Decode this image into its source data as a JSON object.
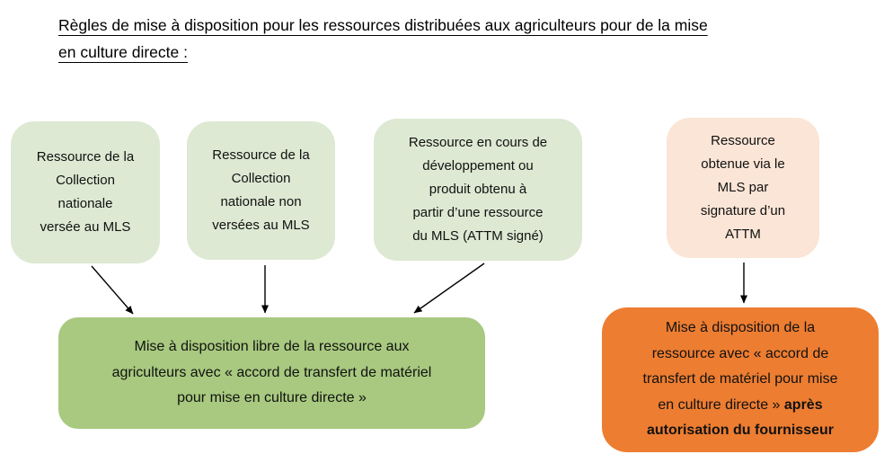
{
  "title": "Règles de mise à disposition pour les ressources distribuées aux agriculteurs pour de la mise\nen culture directe :",
  "colors": {
    "light_green": "#dde9d3",
    "medium_green": "#a8c97f",
    "peach": "#fbe5d6",
    "orange": "#ed7d31",
    "arrow": "#000000",
    "text": "#111111"
  },
  "source_boxes": [
    {
      "id": "collection-nationale-versee-mls",
      "text": "Ressource de la\nCollection\nnationale\nversée au MLS"
    },
    {
      "id": "collection-nationale-non-versee-mls",
      "text": "Ressource de la\nCollection\nnationale non\nversées au MLS"
    },
    {
      "id": "ressource-en-developpement",
      "text": "Ressource en cours de\ndéveloppement ou\nproduit obtenu à\npartir d’une ressource\ndu MLS (ATTM signé)"
    },
    {
      "id": "ressource-obtenue-via-mls",
      "text": "Ressource\nobtenue via le\nMLS par\nsignature d’un\nATTM"
    }
  ],
  "outcome_boxes": [
    {
      "id": "mise-a-disposition-libre",
      "text": "Mise à disposition libre de la ressource aux\nagriculteurs avec « accord de transfert de matériel\npour mise en culture directe »"
    },
    {
      "id": "mise-a-disposition-autorisation",
      "text_regular": "Mise à disposition de la\nressource avec « accord de\ntransfert de matériel pour mise\nen culture directe » ",
      "text_bold": "après\nautorisation du fournisseur"
    }
  ],
  "arrows": [
    {
      "from": "collection-nationale-versee-mls",
      "to": "mise-a-disposition-libre"
    },
    {
      "from": "collection-nationale-non-versee-mls",
      "to": "mise-a-disposition-libre"
    },
    {
      "from": "ressource-en-developpement",
      "to": "mise-a-disposition-libre"
    },
    {
      "from": "ressource-obtenue-via-mls",
      "to": "mise-a-disposition-autorisation"
    }
  ]
}
